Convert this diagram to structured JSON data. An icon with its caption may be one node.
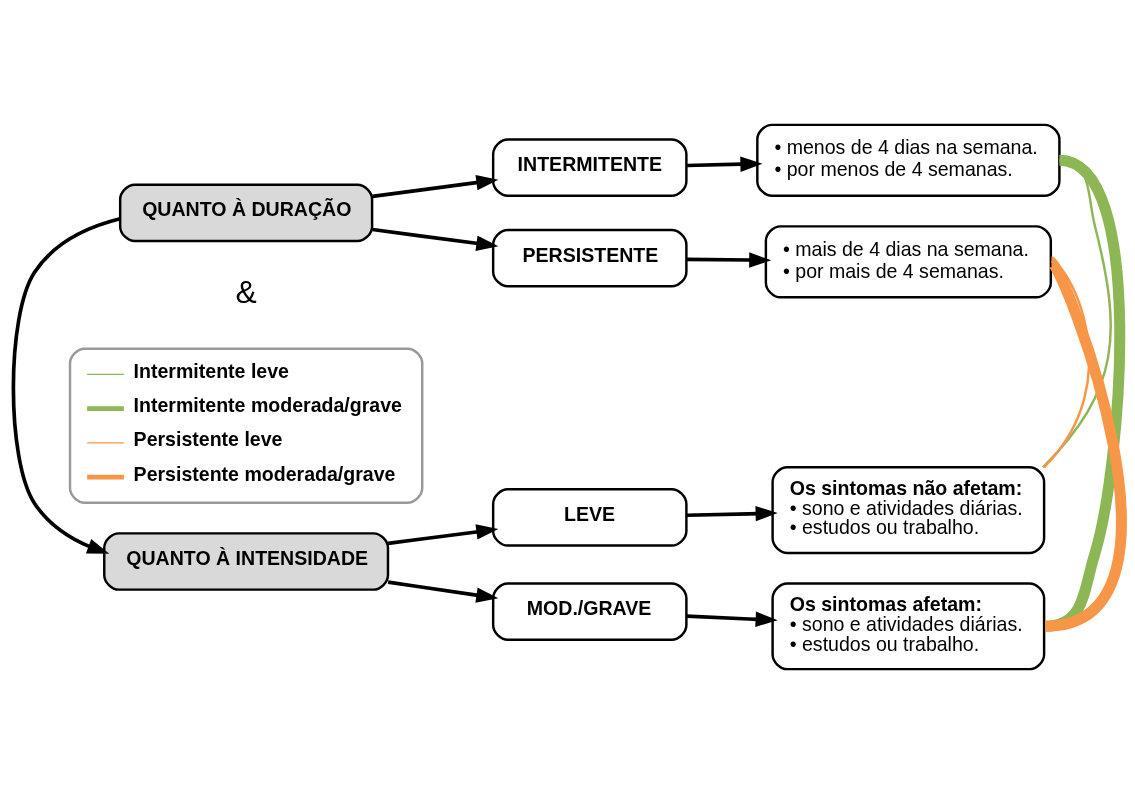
{
  "diagram": {
    "nodes": [
      {
        "text": [
          "QUANTO À DURAÇÃO"
        ]
      },
      {
        "text": [
          "INTERMITENTE"
        ]
      },
      {
        "text": [
          "PERSISTENTE"
        ]
      },
      {
        "text": [
          "• menos de 4 dias na semana.",
          "• por menos de 4 semanas."
        ]
      },
      {
        "text": [
          "• mais de 4 dias na semana.",
          "• por mais de 4 semanas."
        ]
      },
      {
        "text": [
          "QUANTO À INTENSIDADE"
        ]
      },
      {
        "text": [
          "LEVE"
        ]
      },
      {
        "text": [
          "MOD./GRAVE"
        ]
      },
      {
        "text": [
          "Os sintomas não afetam:",
          "• sono e atividades diárias.",
          "• estudos ou trabalho."
        ]
      },
      {
        "text": [
          "Os sintomas afetam:",
          "• sono e atividades diárias.",
          "• estudos ou trabalho."
        ]
      }
    ],
    "edges": [
      {
        "from": 0,
        "to": 1,
        "arrow": "to"
      },
      {
        "from": 0,
        "to": 2,
        "arrow": "to"
      },
      {
        "from": 1,
        "to": 3,
        "arrow": "to"
      },
      {
        "from": 2,
        "to": 4,
        "arrow": "to"
      },
      {
        "from": 0,
        "to": 5,
        "arrow": "to"
      },
      {
        "from": 5,
        "to": 6,
        "arrow": "to"
      },
      {
        "from": 5,
        "to": 7,
        "arrow": "to"
      },
      {
        "from": 6,
        "to": 8,
        "arrow": "to"
      },
      {
        "from": 7,
        "to": 9,
        "arrow": "to"
      },
      {
        "from": 3,
        "to": 8,
        "arrow": "none",
        "color": "#8db654"
      },
      {
        "from": 3,
        "to": 9,
        "arrow": "none",
        "style": "thick",
        "color": "#8db654"
      },
      {
        "from": 4,
        "to": 9,
        "arrow": "none",
        "style": "thick",
        "color": "#f79646"
      },
      {
        "from": 4,
        "to": 8,
        "arrow": "none",
        "color": "#f79646"
      }
    ],
    "labels": [
      "&"
    ],
    "legend": [
      {
        "text": "Intermitente leve"
      },
      {
        "text": "Intermitente moderada/grave"
      },
      {
        "text": "Persistente leve"
      },
      {
        "text": "Persistente moderada/grave"
      }
    ]
  }
}
